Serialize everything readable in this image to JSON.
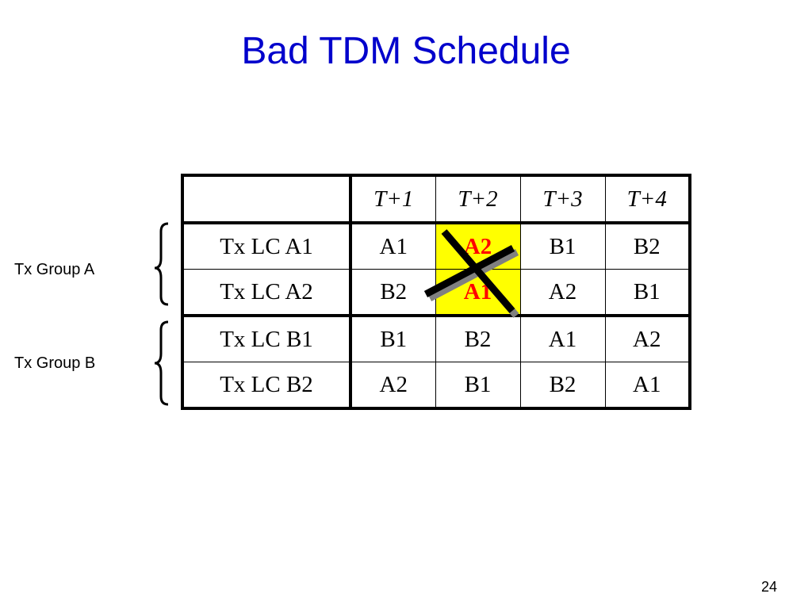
{
  "title": "Bad TDM Schedule",
  "colors": {
    "title": "#0000cc",
    "conflict_bg": "#ffff00",
    "conflict_text": "#ff0000",
    "cross_line": "#000000",
    "cross_shadow": "#808080"
  },
  "groups": [
    {
      "label": "Tx Group A"
    },
    {
      "label": "Tx Group B"
    }
  ],
  "table": {
    "corner": "",
    "columns": [
      "T+1",
      "T+2",
      "T+3",
      "T+4"
    ],
    "rows": [
      {
        "label": "Tx LC A1",
        "cells": [
          "A1",
          "A2",
          "B1",
          "B2"
        ]
      },
      {
        "label": "Tx LC A2",
        "cells": [
          "B2",
          "A1",
          "A2",
          "B1"
        ]
      },
      {
        "label": "Tx LC B1",
        "cells": [
          "B1",
          "B2",
          "A1",
          "A2"
        ]
      },
      {
        "label": "Tx LC B2",
        "cells": [
          "A2",
          "B1",
          "B2",
          "A1"
        ]
      }
    ]
  },
  "page_number": "24"
}
